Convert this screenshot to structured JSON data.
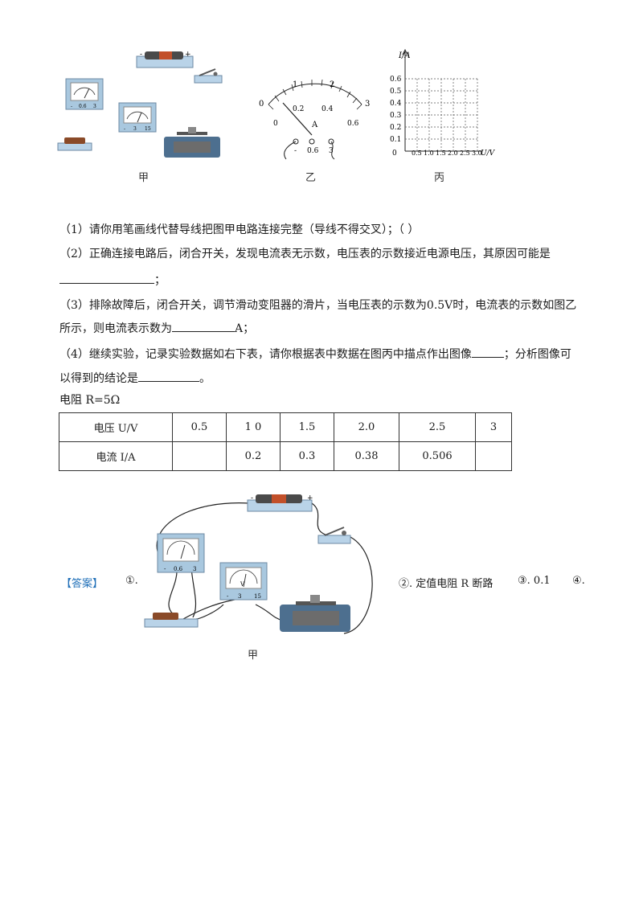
{
  "figure_top": {
    "jia": {
      "caption": "甲",
      "ammeter_terminals": [
        "-",
        "0.6",
        "3"
      ],
      "voltmeter_terminals": [
        "-",
        "3",
        "15"
      ],
      "battery_minus": "-",
      "battery_plus": "+"
    },
    "yi": {
      "caption": "乙",
      "outer_scale": [
        "0",
        "1",
        "2",
        "3"
      ],
      "inner_scale": [
        "0",
        "0.2",
        "0.4",
        "0.6"
      ],
      "unit": "A",
      "terminals": [
        "-",
        "0.6",
        "3"
      ]
    },
    "bing": {
      "caption": "丙",
      "y_axis_label": "I/A",
      "x_axis_label": "U/V",
      "origin": "0",
      "y_ticks": [
        "0.1",
        "0.2",
        "0.3",
        "0.4",
        "0.5",
        "0.6"
      ],
      "x_ticks": [
        "0.5",
        "1.0",
        "1.5",
        "2.0",
        "2.5",
        "3.0"
      ]
    }
  },
  "questions": {
    "q1": "（1）请你用笔画线代替导线把图甲电路连接完整（导线不得交叉）；（          ）",
    "q2_line1": "（2）正确连接电路后，闭合开关，发现电流表无示数，电压表的示数接近电源电压，其原因可能是",
    "q2_end": "；",
    "q3_line1": "（3）排除故障后，闭合开关，调节滑动变阻器的滑片，当电压表的示数为0.5V时，电流表的示数如图乙",
    "q3_line2_a": "所示，则电流表示数为",
    "q3_line2_b": "A；",
    "q4_line1_a": "（4）继续实验，记录实验数据如右下表，请你根据表中数据在图丙中描点作出图像",
    "q4_line1_b": "；分析图像可",
    "q4_line2_a": "以得到的结论是",
    "q4_line2_b": "。"
  },
  "table": {
    "title": "电阻 R=5Ω",
    "row1_header": "电压 U/V",
    "row1_values": [
      "0.5",
      "1 0",
      "1.5",
      "2.0",
      "2.5",
      "3"
    ],
    "row2_header": "电流 I/A",
    "row2_values": [
      "",
      "0.2",
      "0.3",
      "0.38",
      "0.506",
      ""
    ]
  },
  "answer": {
    "label": "【答案】",
    "item1": "①.",
    "item2": "②. 定值电阻 R 断路",
    "item3": "③. 0.1",
    "item4": "④.",
    "figure_caption": "甲",
    "ammeter_terminals": [
      "-",
      "0.6",
      "3"
    ],
    "voltmeter_terminals": [
      "-",
      "3",
      "15"
    ],
    "voltmeter_unit": "V",
    "battery_minus": "-",
    "battery_plus": "+"
  }
}
